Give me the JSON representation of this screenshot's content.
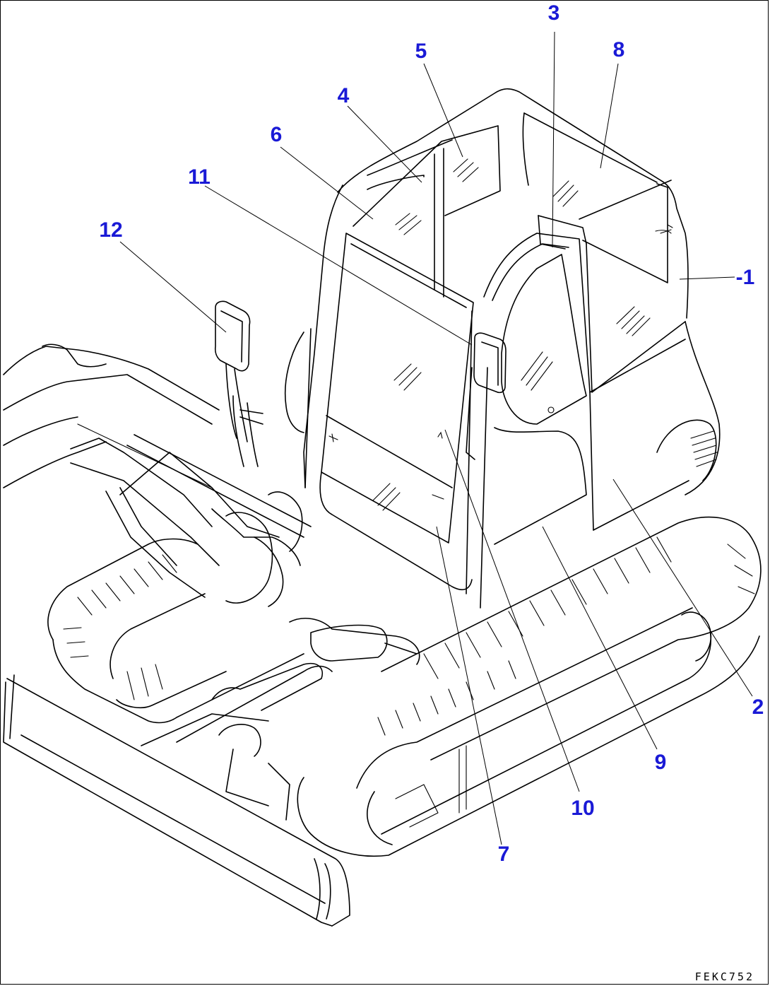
{
  "drawing": {
    "code": "FEKC752",
    "callouts": [
      {
        "id": "c3",
        "text": "3"
      },
      {
        "id": "c8",
        "text": "8"
      },
      {
        "id": "c5",
        "text": "5"
      },
      {
        "id": "c4",
        "text": "4"
      },
      {
        "id": "c6",
        "text": "6"
      },
      {
        "id": "c11",
        "text": "11"
      },
      {
        "id": "c12",
        "text": "12"
      },
      {
        "id": "c1",
        "text": "-1"
      },
      {
        "id": "c2",
        "text": "2"
      },
      {
        "id": "c9",
        "text": "9"
      },
      {
        "id": "c10",
        "text": "10"
      },
      {
        "id": "c7",
        "text": "7"
      }
    ]
  }
}
